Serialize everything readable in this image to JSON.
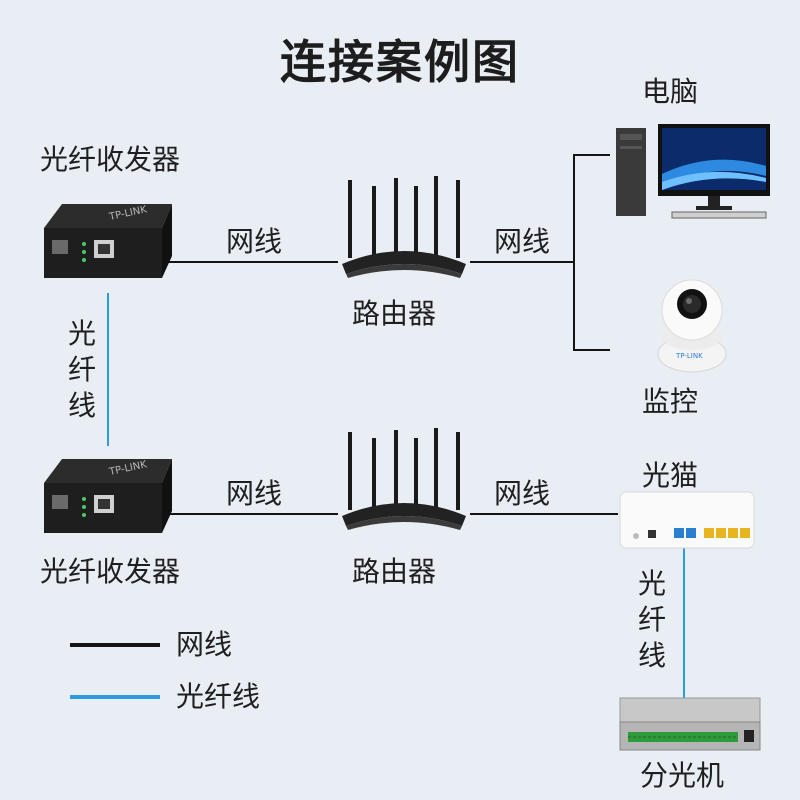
{
  "title": "连接案例图",
  "labels": {
    "transceiver_top": "光纤收发器",
    "transceiver_bottom": "光纤收发器",
    "router_top": "路由器",
    "router_bottom": "路由器",
    "computer": "电脑",
    "camera": "监控",
    "optical_modem": "光猫",
    "splitter": "分光机"
  },
  "links": {
    "cable_1": "网线",
    "cable_2": "网线",
    "cable_3": "网线",
    "cable_4": "网线",
    "fiber_left": "光纤线",
    "fiber_right": "光纤线"
  },
  "brand": {
    "transceiver": "TP-LINK",
    "camera": "TP-LINK"
  },
  "legend": {
    "cable": "网线",
    "fiber": "光纤线"
  },
  "colors": {
    "cable": "#141414",
    "fiber": "#2c9be0",
    "background": "#e8eef3"
  }
}
